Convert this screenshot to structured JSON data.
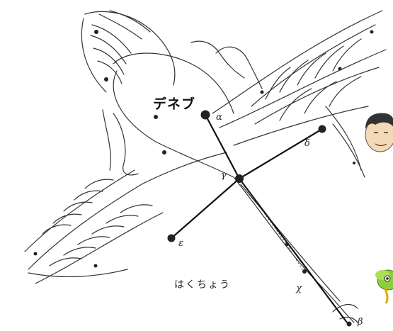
{
  "labels": {
    "star_name": "デネブ",
    "constellation_name": "はくちょう"
  },
  "greek_letters": {
    "alpha": "α",
    "gamma": "γ",
    "delta": "δ",
    "epsilon": "ε",
    "chi": "χ",
    "beta": "β"
  },
  "colors": {
    "line_art": "#333333",
    "stars": "#222222",
    "parrot_green": "#8ccf3c",
    "skin": "#f4d9b6"
  },
  "icons": {
    "teacher": "teacher-face-icon",
    "mascot": "green-bird-mascot-icon"
  }
}
